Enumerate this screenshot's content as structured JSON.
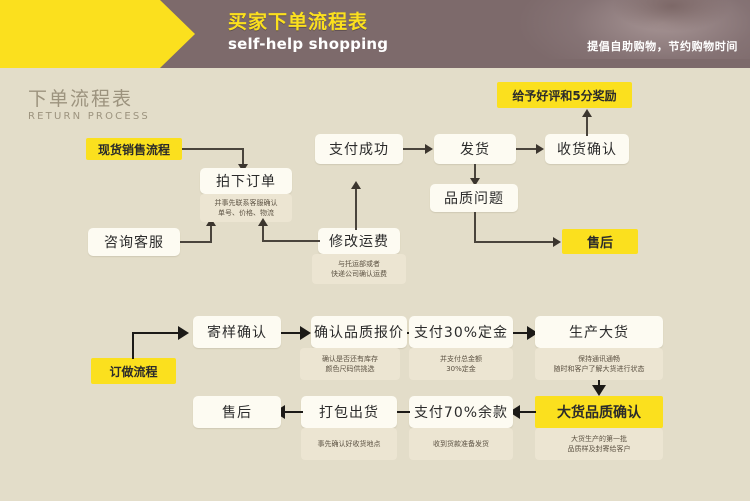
{
  "header": {
    "title_cn": "买家下单流程表",
    "title_en": "self-help shopping",
    "tagline": "提倡自助购物，节约购物时间"
  },
  "section": {
    "title_cn": "下单流程表",
    "title_en": "RETURN PROCESS"
  },
  "flow_top": {
    "start_label": "现货销售流程",
    "nodes": {
      "consult": "咨询客服",
      "place_order": "拍下订单",
      "place_order_sub": "并事先联系客服确认\n单号、价格、物流",
      "modify_freight": "修改运费",
      "modify_freight_sub": "与托运部或者\n快递公司确认运费",
      "pay_success": "支付成功",
      "ship": "发货",
      "quality_issue": "品质问题",
      "receive_confirm": "收货确认",
      "reward": "给予好评和5分奖励",
      "after_sales": "售后"
    }
  },
  "flow_bottom": {
    "start_label": "订做流程",
    "nodes": {
      "sample_confirm": "寄样确认",
      "quality_quote": "确认品质报价",
      "quality_quote_sub": "确认是否还有库存\n颜色尺码供挑选",
      "deposit": "支付30%定金",
      "deposit_sub": "并支付总金额\n30%定金",
      "production": "生产大货",
      "production_sub": "保持通讯通畅\n随时和客户了解大货进行状态",
      "bulk_quality": "大货品质确认",
      "bulk_quality_sub": "大货生产的第一批\n品质样及封寄给客户",
      "balance": "支付70%余款",
      "balance_sub": "收到货款准备发货",
      "pack_ship": "打包出货",
      "pack_ship_sub": "事先确认好收货地点",
      "after_sales": "售后"
    }
  },
  "colors": {
    "header_bg": "#7d6a6b",
    "accent_yellow": "#fbe01e",
    "board_bg": "#e3ddc9",
    "box_bg": "#fdfbf2",
    "sub_bg": "#ece5d2",
    "line": "#3b352e"
  }
}
